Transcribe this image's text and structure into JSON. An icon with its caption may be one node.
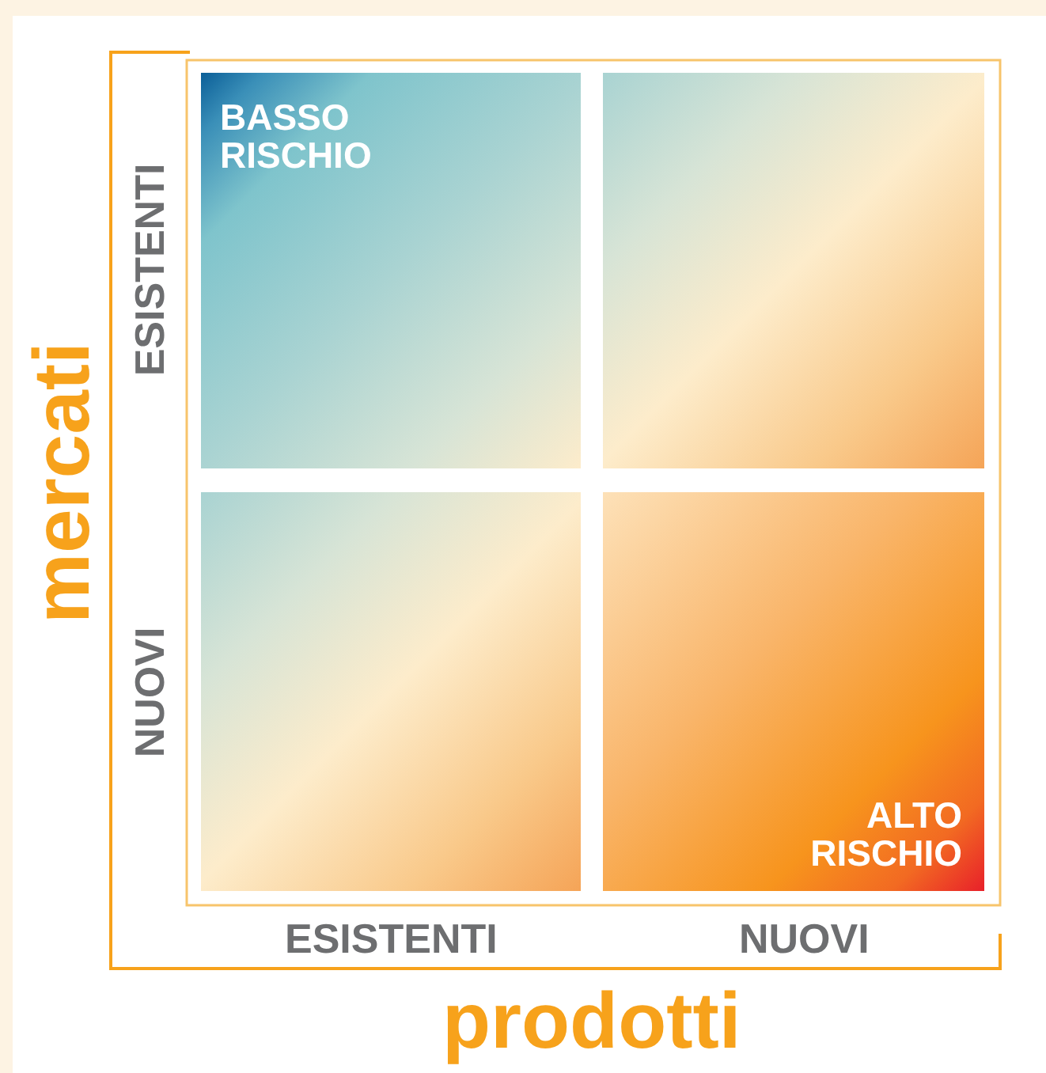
{
  "diagram": {
    "nodes": [
      {
        "text": [
          "BASSO RISCHIO"
        ]
      },
      {
        "text": [],
        "shape": "box"
      },
      {
        "text": [],
        "shape": "box"
      },
      {
        "text": [
          "ALTO RISCHIO"
        ]
      }
    ],
    "labels": [
      "mercati",
      "ESISTENTI",
      "NUOVI",
      "ESISTENTI",
      "NUOVI",
      "prodotti"
    ]
  }
}
